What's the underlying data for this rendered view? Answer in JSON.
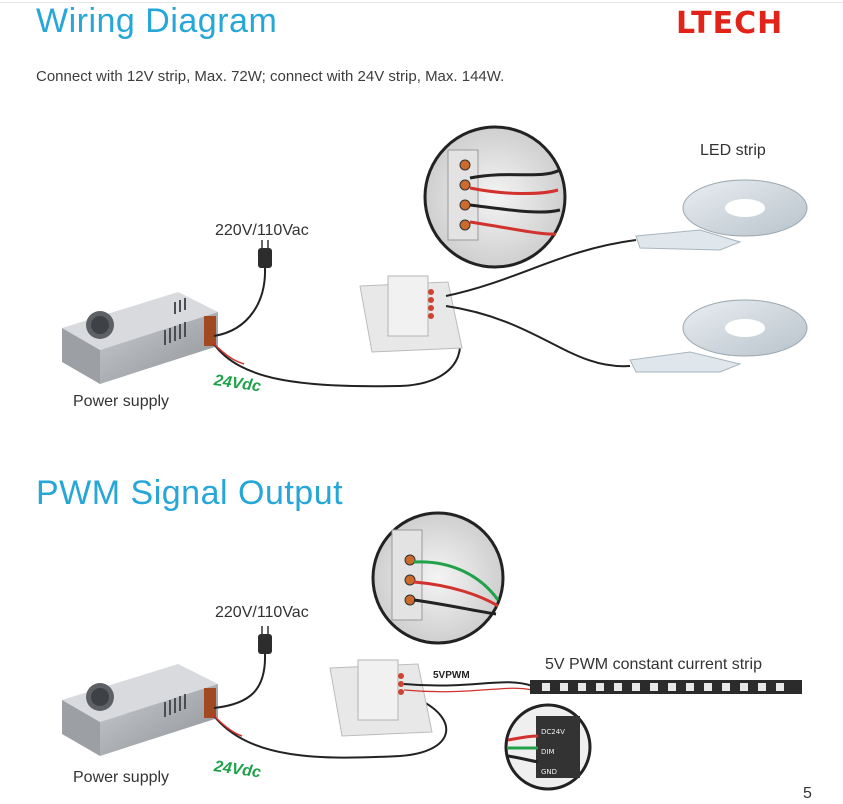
{
  "header": {
    "title": "Wiring Diagram",
    "logo": "LTECH",
    "subtitle": "Connect with 12V strip, Max. 72W; connect with 24V strip, Max. 144W."
  },
  "wiring": {
    "ac_label": "220V/110Vac",
    "dc_label": "24Vdc",
    "power_supply_label": "Power supply",
    "strip_label": "LED strip"
  },
  "pwm": {
    "title": "PWM Signal Output",
    "ac_label": "220V/110Vac",
    "dc_label": "24Vdc",
    "power_supply_label": "Power supply",
    "signal_label": "5VPWM",
    "strip_label": "5V PWM constant current strip",
    "terminal_labels": [
      "DC24V",
      "DIM",
      "GND"
    ]
  },
  "page_number": "5"
}
